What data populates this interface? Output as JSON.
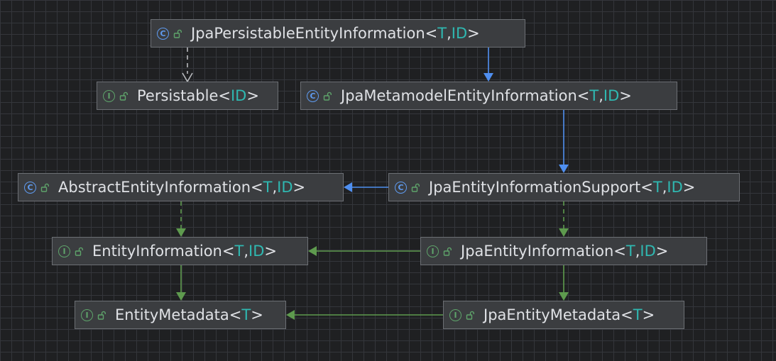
{
  "colors": {
    "class_inheritance": "#4f8ff0",
    "interface_inheritance": "#5e9a4e",
    "realization": "#b8babd",
    "type_param": "#2fb8b1",
    "class_icon": "#5f9bf0",
    "interface_icon": "#5ea36a"
  },
  "nodes": [
    {
      "id": "jpa_persistable",
      "kind": "class",
      "kind_letter": "C",
      "name": "JpaPersistableEntityInformation",
      "params": [
        "T",
        "ID"
      ]
    },
    {
      "id": "persistable",
      "kind": "interface",
      "kind_letter": "I",
      "name": "Persistable",
      "params": [
        "ID"
      ]
    },
    {
      "id": "jpa_metamodel",
      "kind": "class",
      "kind_letter": "C",
      "name": "JpaMetamodelEntityInformation",
      "params": [
        "T",
        "ID"
      ]
    },
    {
      "id": "abstract_entity",
      "kind": "class",
      "kind_letter": "C",
      "name": "AbstractEntityInformation",
      "params": [
        "T",
        "ID"
      ]
    },
    {
      "id": "jpa_support",
      "kind": "class",
      "kind_letter": "C",
      "name": "JpaEntityInformationSupport",
      "params": [
        "T",
        "ID"
      ]
    },
    {
      "id": "entity_info",
      "kind": "interface",
      "kind_letter": "I",
      "name": "EntityInformation",
      "params": [
        "T",
        "ID"
      ]
    },
    {
      "id": "jpa_entity_info",
      "kind": "interface",
      "kind_letter": "I",
      "name": "JpaEntityInformation",
      "params": [
        "T",
        "ID"
      ]
    },
    {
      "id": "entity_metadata",
      "kind": "interface",
      "kind_letter": "I",
      "name": "EntityMetadata",
      "params": [
        "T"
      ]
    },
    {
      "id": "jpa_entity_metadata",
      "kind": "interface",
      "kind_letter": "I",
      "name": "JpaEntityMetadata",
      "params": [
        "T"
      ]
    }
  ],
  "edges": [
    {
      "from": "jpa_persistable",
      "to": "persistable",
      "type": "realization"
    },
    {
      "from": "jpa_persistable",
      "to": "jpa_metamodel",
      "type": "class_inheritance"
    },
    {
      "from": "jpa_metamodel",
      "to": "jpa_support",
      "type": "class_inheritance"
    },
    {
      "from": "jpa_support",
      "to": "abstract_entity",
      "type": "class_inheritance"
    },
    {
      "from": "abstract_entity",
      "to": "entity_info",
      "type": "interface_realization"
    },
    {
      "from": "jpa_support",
      "to": "jpa_entity_info",
      "type": "interface_realization"
    },
    {
      "from": "jpa_entity_info",
      "to": "entity_info",
      "type": "interface_inheritance"
    },
    {
      "from": "entity_info",
      "to": "entity_metadata",
      "type": "interface_inheritance"
    },
    {
      "from": "jpa_entity_info",
      "to": "jpa_entity_metadata",
      "type": "interface_inheritance"
    },
    {
      "from": "jpa_entity_metadata",
      "to": "entity_metadata",
      "type": "interface_inheritance"
    }
  ]
}
